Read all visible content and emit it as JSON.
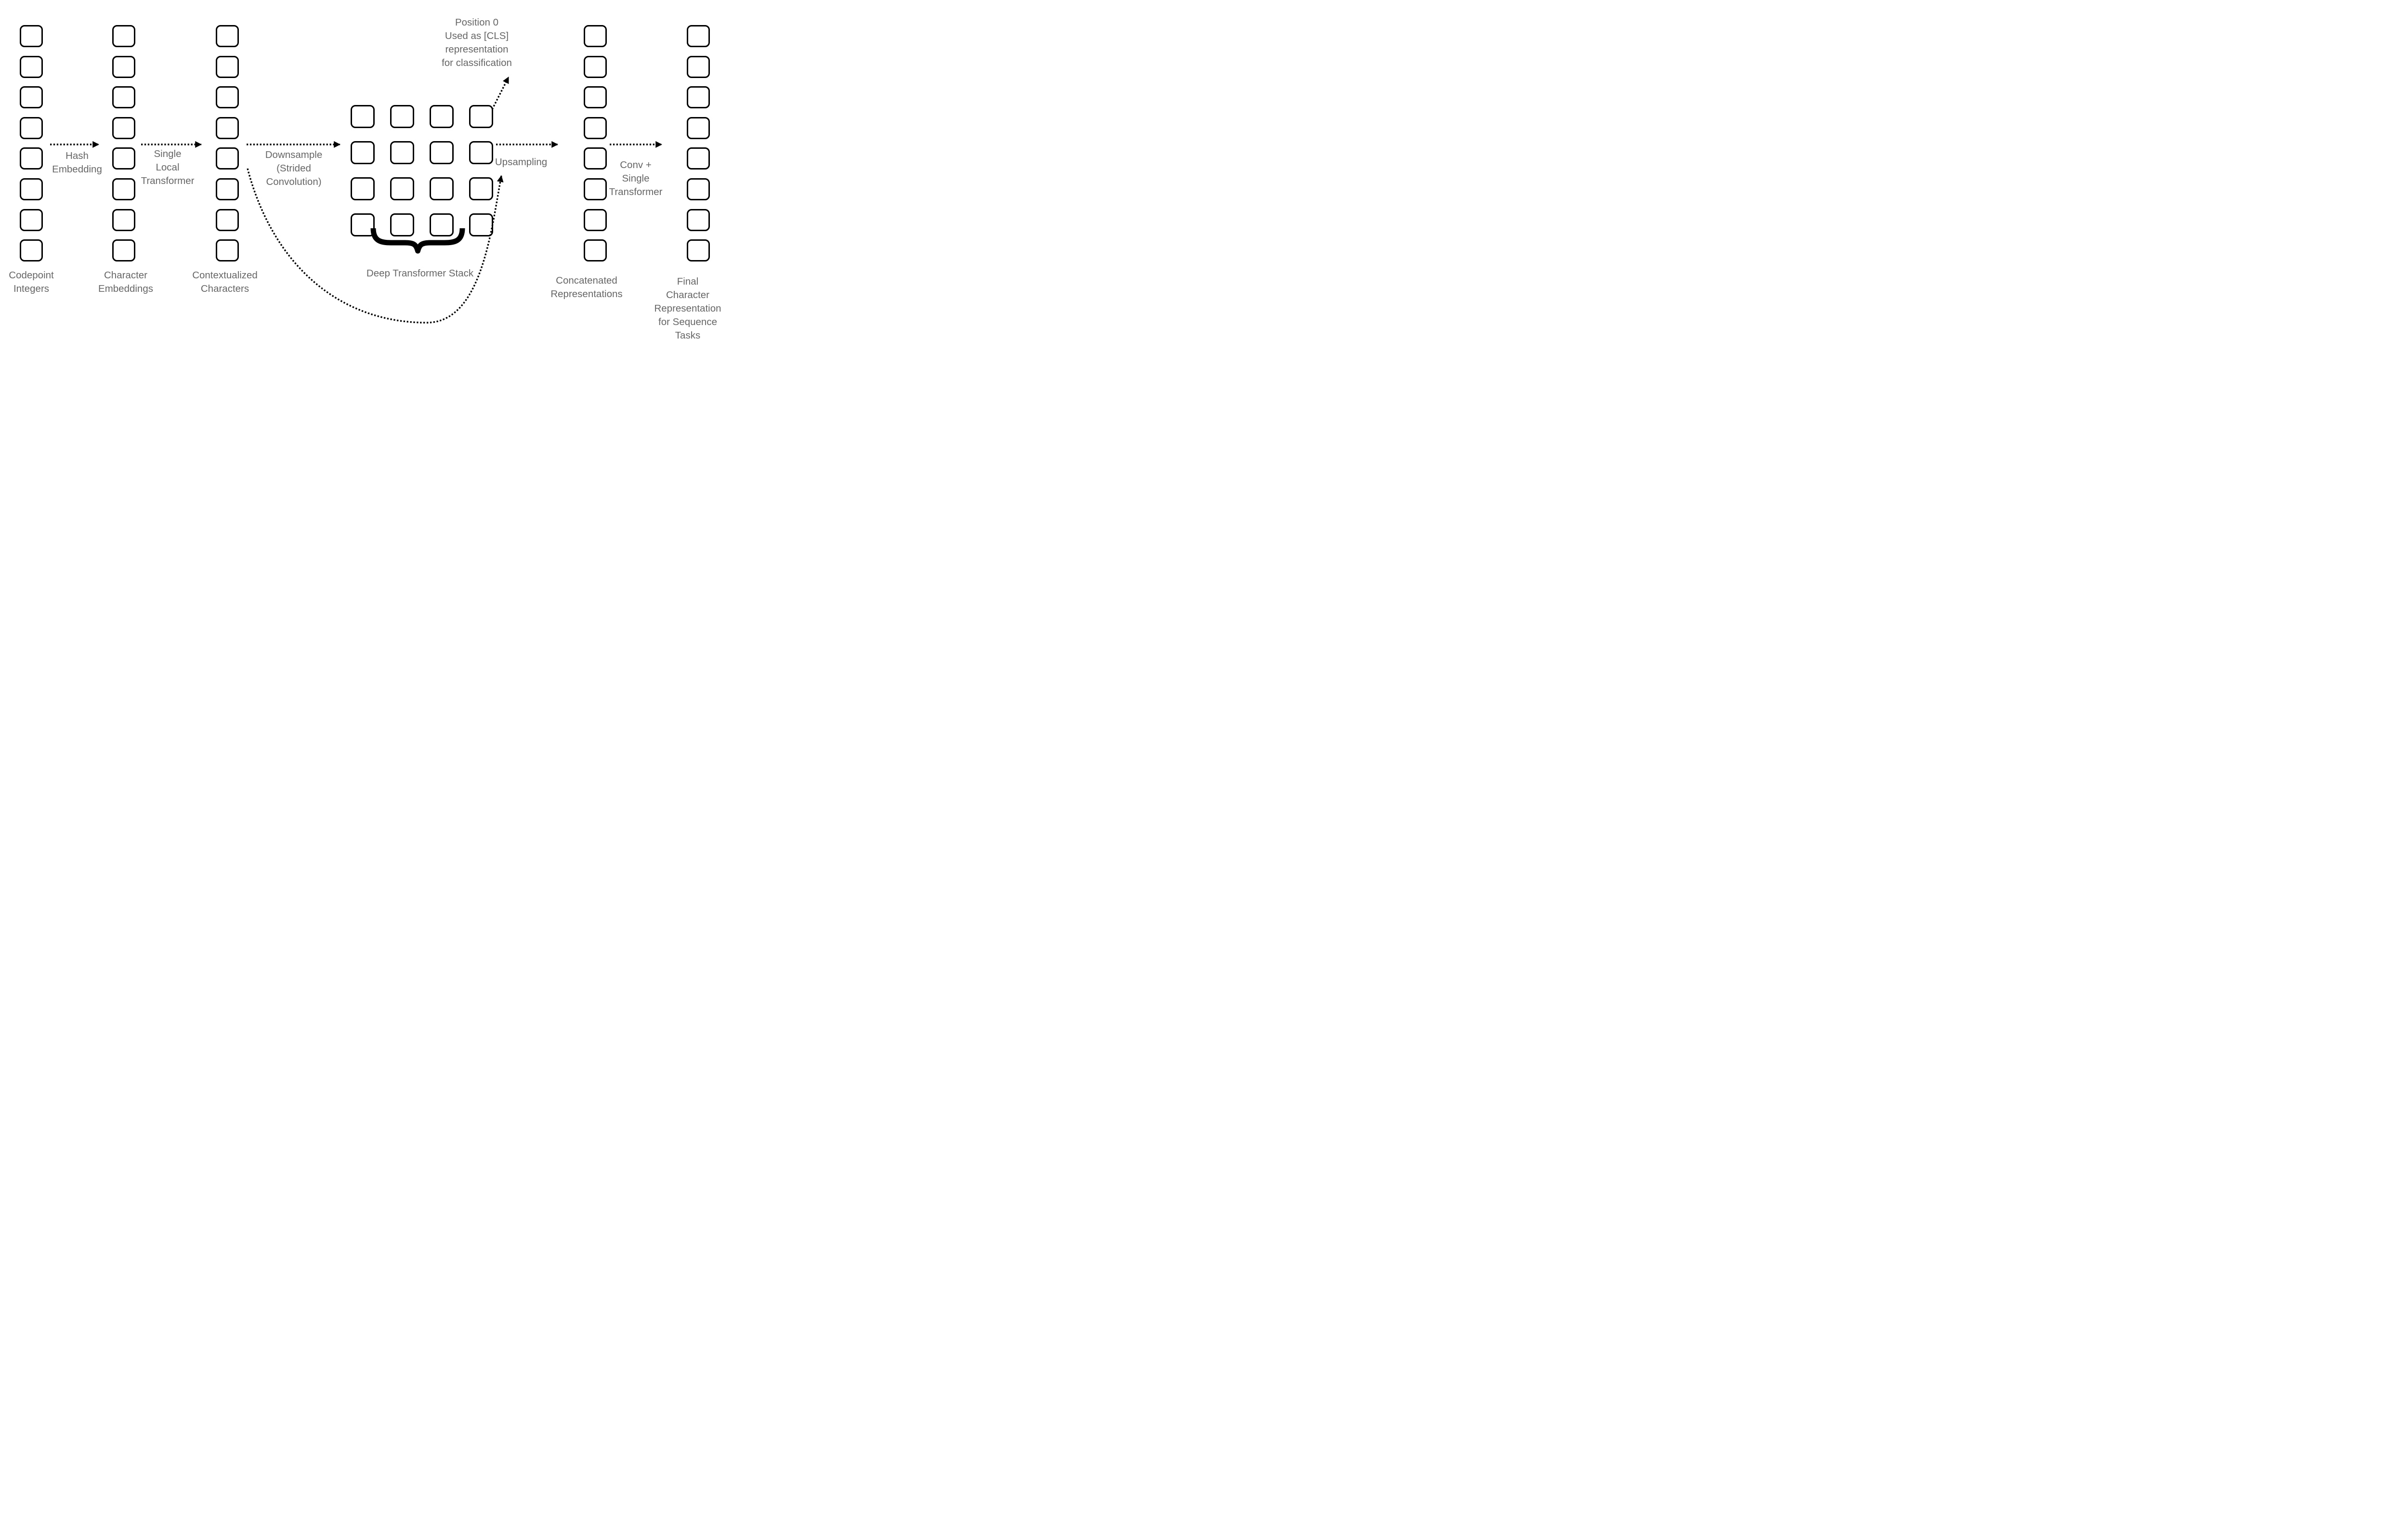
{
  "colors": {
    "background": "#ffffff",
    "ink": "#000000",
    "label_text": "#666666"
  },
  "columns": [
    {
      "name": "codepoint-integers",
      "label": "Codepoint\nIntegers",
      "squares": 8
    },
    {
      "name": "character-embeddings",
      "label": "Character\nEmbeddings",
      "squares": 8
    },
    {
      "name": "contextualized-characters",
      "label": "Contextualized\nCharacters",
      "squares": 8
    },
    {
      "name": "concatenated-representations",
      "label": "Concatenated\nRepresentations",
      "squares": 8
    },
    {
      "name": "final-character-representation",
      "label": "Final\nCharacter\nRepresentation\nfor Sequence Tasks",
      "squares": 8
    }
  ],
  "grid": {
    "name": "downsampled-positions-grid",
    "rows": 4,
    "cols": 4,
    "label": "Deep Transformer Stack"
  },
  "edges": {
    "hash_embedding": "Hash\nEmbedding",
    "single_local_transformer": "Single\nLocal\nTransformer",
    "downsample": "Downsample\n(Strided\nConvolution)",
    "upsampling": "Upsampling",
    "conv_single_transformer": "Conv +\nSingle\nTransformer"
  },
  "notes": {
    "cls": "Position 0\nUsed as [CLS]\nrepresentation\nfor classification"
  }
}
